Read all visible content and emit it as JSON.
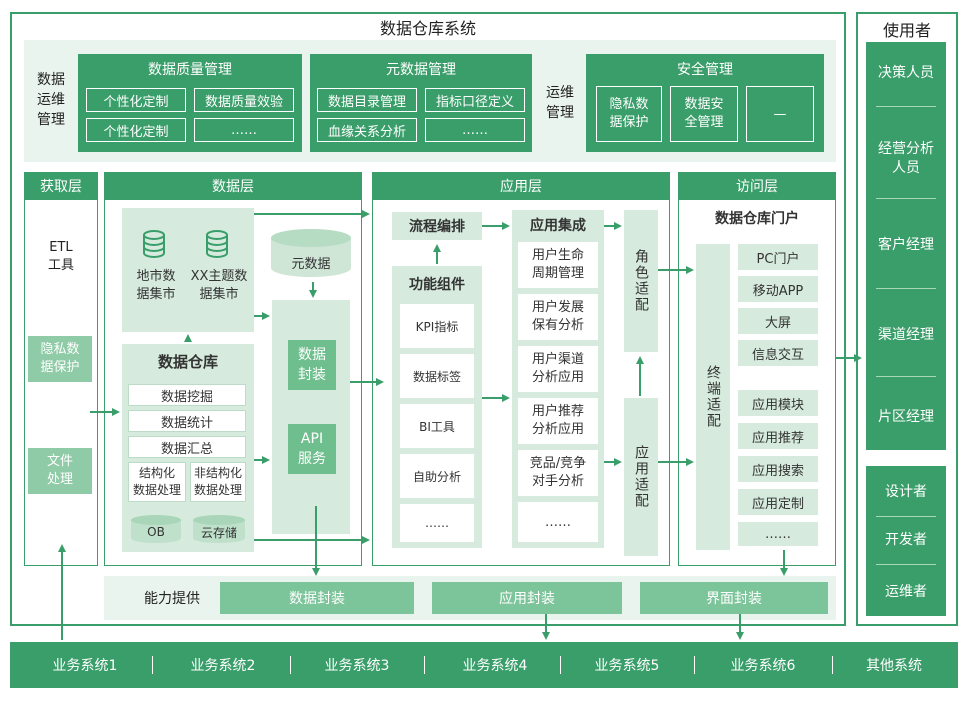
{
  "system_title": "数据仓库系统",
  "ops_mgmt": {
    "left_label": "数据\n运维\n管理",
    "quality": {
      "title": "数据质量管理",
      "items": [
        "个性化定制",
        "数据质量效验",
        "个性化定制",
        "……"
      ]
    },
    "metadata": {
      "title": "元数据管理",
      "items": [
        "数据目录管理",
        "指标口径定义",
        "血缘关系分析",
        "……"
      ]
    },
    "mid_label": "运维\n管理",
    "security": {
      "title": "安全管理",
      "items": [
        "隐私数\n据保护",
        "数据安\n全管理",
        "—"
      ]
    }
  },
  "acquire": {
    "title": "获取层",
    "etl": "ETL\n工具",
    "privacy": "隐私数\n据保护",
    "file": "文件\n处理"
  },
  "data_layer": {
    "title": "数据层",
    "mart1": "地市数\n据集市",
    "mart2": "XX主题数\n据集市",
    "metadata": "元数据",
    "warehouse_title": "数据仓库",
    "warehouse_items": [
      "数据挖掘",
      "数据统计",
      "数据汇总"
    ],
    "structured": "结构化\n数据处理",
    "unstructured": "非结构化\n数据处理",
    "ob": "OB",
    "cloud": "云存储",
    "encap": "数据\n封装",
    "api": "API\n服务"
  },
  "app_layer": {
    "title": "应用层",
    "flow": "流程编排",
    "func_title": "功能组件",
    "func_items": [
      "KPI指标",
      "数据标签",
      "BI工具",
      "自助分析",
      "……"
    ],
    "integ_title": "应用集成",
    "integ_items": [
      "用户生命\n周期管理",
      "用户发展\n保有分析",
      "用户渠道\n分析应用",
      "用户推荐\n分析应用",
      "竞品/竞争\n对手分析",
      "……"
    ],
    "role_adapt": "角色适配",
    "app_adapt": "应用适配"
  },
  "access_layer": {
    "title": "访问层",
    "portal": "数据仓库门户",
    "terminal": "终端适配",
    "items": [
      "PC门户",
      "移动APP",
      "大屏",
      "信息交互",
      "应用模块",
      "应用推荐",
      "应用搜索",
      "应用定制",
      "……"
    ]
  },
  "capability": {
    "label": "能力提供",
    "items": [
      "数据封装",
      "应用封装",
      "界面封装"
    ]
  },
  "users": {
    "title": "使用者",
    "list1": [
      "决策人员",
      "经营分析\n人员",
      "客户经理",
      "渠道经理",
      "片区经理"
    ],
    "list2": [
      "设计者",
      "开发者",
      "运维者"
    ]
  },
  "business": [
    "业务系统1",
    "业务系统2",
    "业务系统3",
    "业务系统4",
    "业务系统5",
    "业务系统6",
    "其他系统"
  ],
  "colors": {
    "dark_green": "#3a9e6a",
    "mid_green": "#6fbf8e",
    "light_green": "#d6ebdd"
  },
  "icons": {
    "database": "database-icon"
  }
}
